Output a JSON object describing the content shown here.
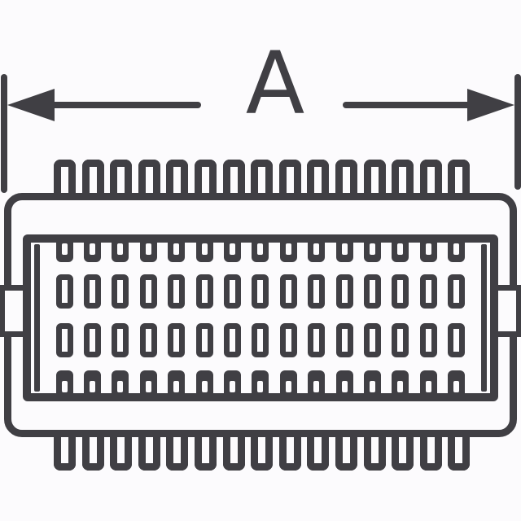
{
  "figure": {
    "kind": "connector-outline-drawing",
    "dimension": {
      "label": "A"
    },
    "connector": {
      "top_pin_count": 15,
      "bottom_pin_count": 15,
      "contact_columns": 15,
      "contact_full_rows": 2,
      "contact_partial_rows": 2,
      "side_tab_count": 2
    },
    "colors": {
      "ink": "#403f44",
      "background": "#fcfbfd"
    }
  }
}
